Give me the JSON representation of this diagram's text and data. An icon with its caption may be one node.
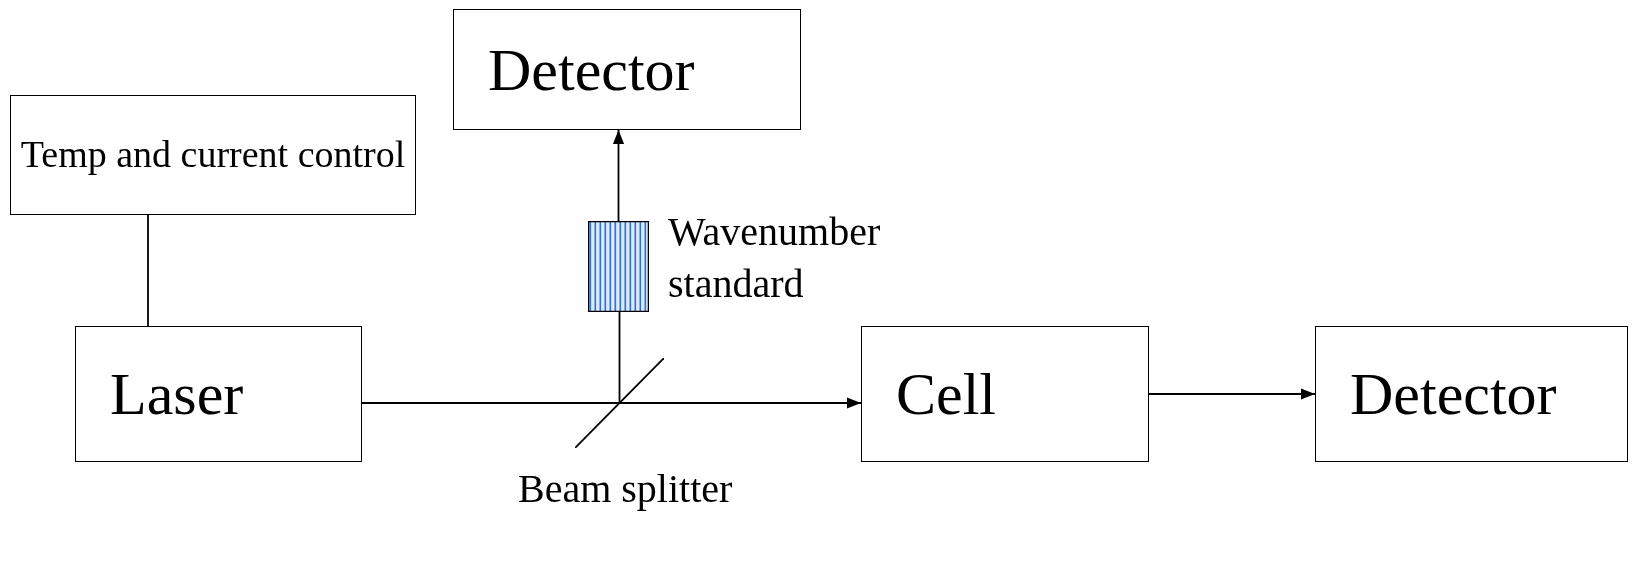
{
  "diagram": {
    "nodes": [
      {
        "text": [
          "Temp and current control"
        ]
      },
      {
        "text": [
          "Laser"
        ]
      },
      {
        "text": [
          "Detector"
        ]
      },
      {
        "text": [],
        "shape": "box",
        "beside": [
          "Wavenumber standard"
        ]
      },
      {
        "text": [],
        "shape": "line",
        "beside": [
          "Beam splitter"
        ]
      },
      {
        "text": [
          "Cell"
        ]
      },
      {
        "text": [
          "Detector"
        ]
      }
    ],
    "edges": [
      {
        "from": 0,
        "to": 1,
        "arrow": "none"
      },
      {
        "from": 1,
        "to": 4,
        "arrow": "none"
      },
      {
        "from": 4,
        "to": 5,
        "arrow": "to"
      },
      {
        "from": 4,
        "to": 3,
        "arrow": "none"
      },
      {
        "from": 3,
        "to": 2,
        "arrow": "to"
      },
      {
        "from": 5,
        "to": 6,
        "arrow": "to"
      }
    ]
  }
}
